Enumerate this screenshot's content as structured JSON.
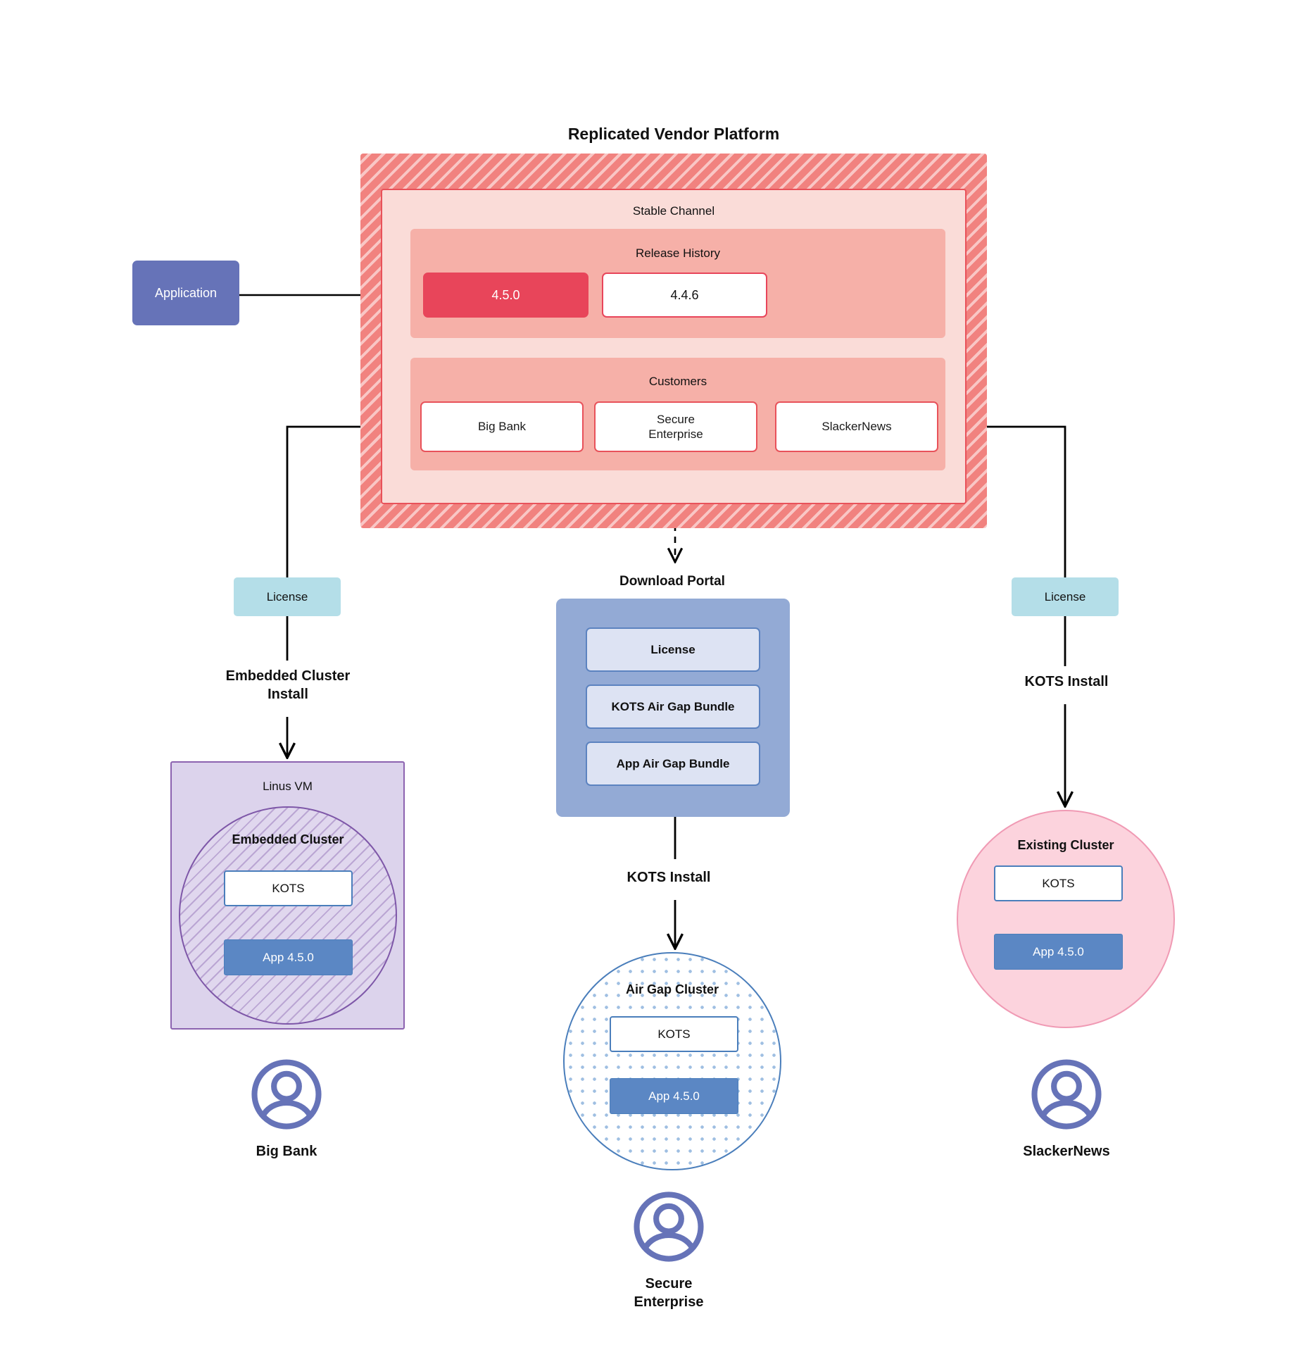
{
  "diagram": {
    "title": "Replicated Vendor Platform"
  },
  "application": {
    "label": "Application"
  },
  "vendor_platform": {
    "title": "Replicated Vendor Platform",
    "channel": {
      "label": "Stable Channel",
      "release_history": {
        "label": "Release History",
        "releases": [
          {
            "version": "4.5.0",
            "current": true
          },
          {
            "version": "4.4.6",
            "current": false
          }
        ]
      },
      "customers": {
        "label": "Customers",
        "items": [
          {
            "name": "Big Bank"
          },
          {
            "name": "Secure\nEnterprise"
          },
          {
            "name": "SlackerNews"
          }
        ]
      }
    }
  },
  "licenses": {
    "left_label": "License",
    "right_label": "License"
  },
  "download_portal": {
    "title": "Download  Portal",
    "items": [
      {
        "label": "License"
      },
      {
        "label": "KOTS Air Gap Bundle"
      },
      {
        "label": "App Air Gap Bundle"
      }
    ]
  },
  "connector_labels": {
    "embedded_cluster_install": "Embedded Cluster\nInstall",
    "kots_install_middle": "KOTS Install",
    "kots_install_right": "KOTS Install"
  },
  "clusters": {
    "left": {
      "host_label": "Linus VM",
      "cluster_label": "Embedded Cluster",
      "kots_label": "KOTS",
      "app_label": "App 4.5.0"
    },
    "middle": {
      "cluster_label": "Air Gap Cluster",
      "kots_label": "KOTS",
      "app_label": "App 4.5.0"
    },
    "right": {
      "cluster_label": "Existing Cluster",
      "kots_label": "KOTS",
      "app_label": "App 4.5.0"
    }
  },
  "personas": [
    {
      "name": "Big Bank",
      "icon": "user-avatar-icon"
    },
    {
      "name": "Secure\nEnterprise",
      "icon": "user-avatar-icon"
    },
    {
      "name": "SlackerNews",
      "icon": "user-avatar-icon"
    }
  ],
  "colors": {
    "platform_hatch": "#f1827f",
    "channel_fill": "#fadcd8",
    "channel_border": "#e8525a",
    "group_fill": "#f6b0a8",
    "release_current": "#e8455a",
    "application": "#6673b8",
    "license_chip": "#b4dee8",
    "portal_fill": "#93aad5",
    "portal_item": "#dde3f3",
    "portal_border": "#5c83c0",
    "linux_vm_fill": "#dcd3ec",
    "linux_vm_border": "#8c63b0",
    "embedded_circle_border": "#7e57a8",
    "airgap_border": "#4a7ebb",
    "existing_fill": "#fcd3dd",
    "existing_border": "#f09ab4",
    "app_box": "#5b87c4",
    "persona_icon": "#6673b8"
  }
}
